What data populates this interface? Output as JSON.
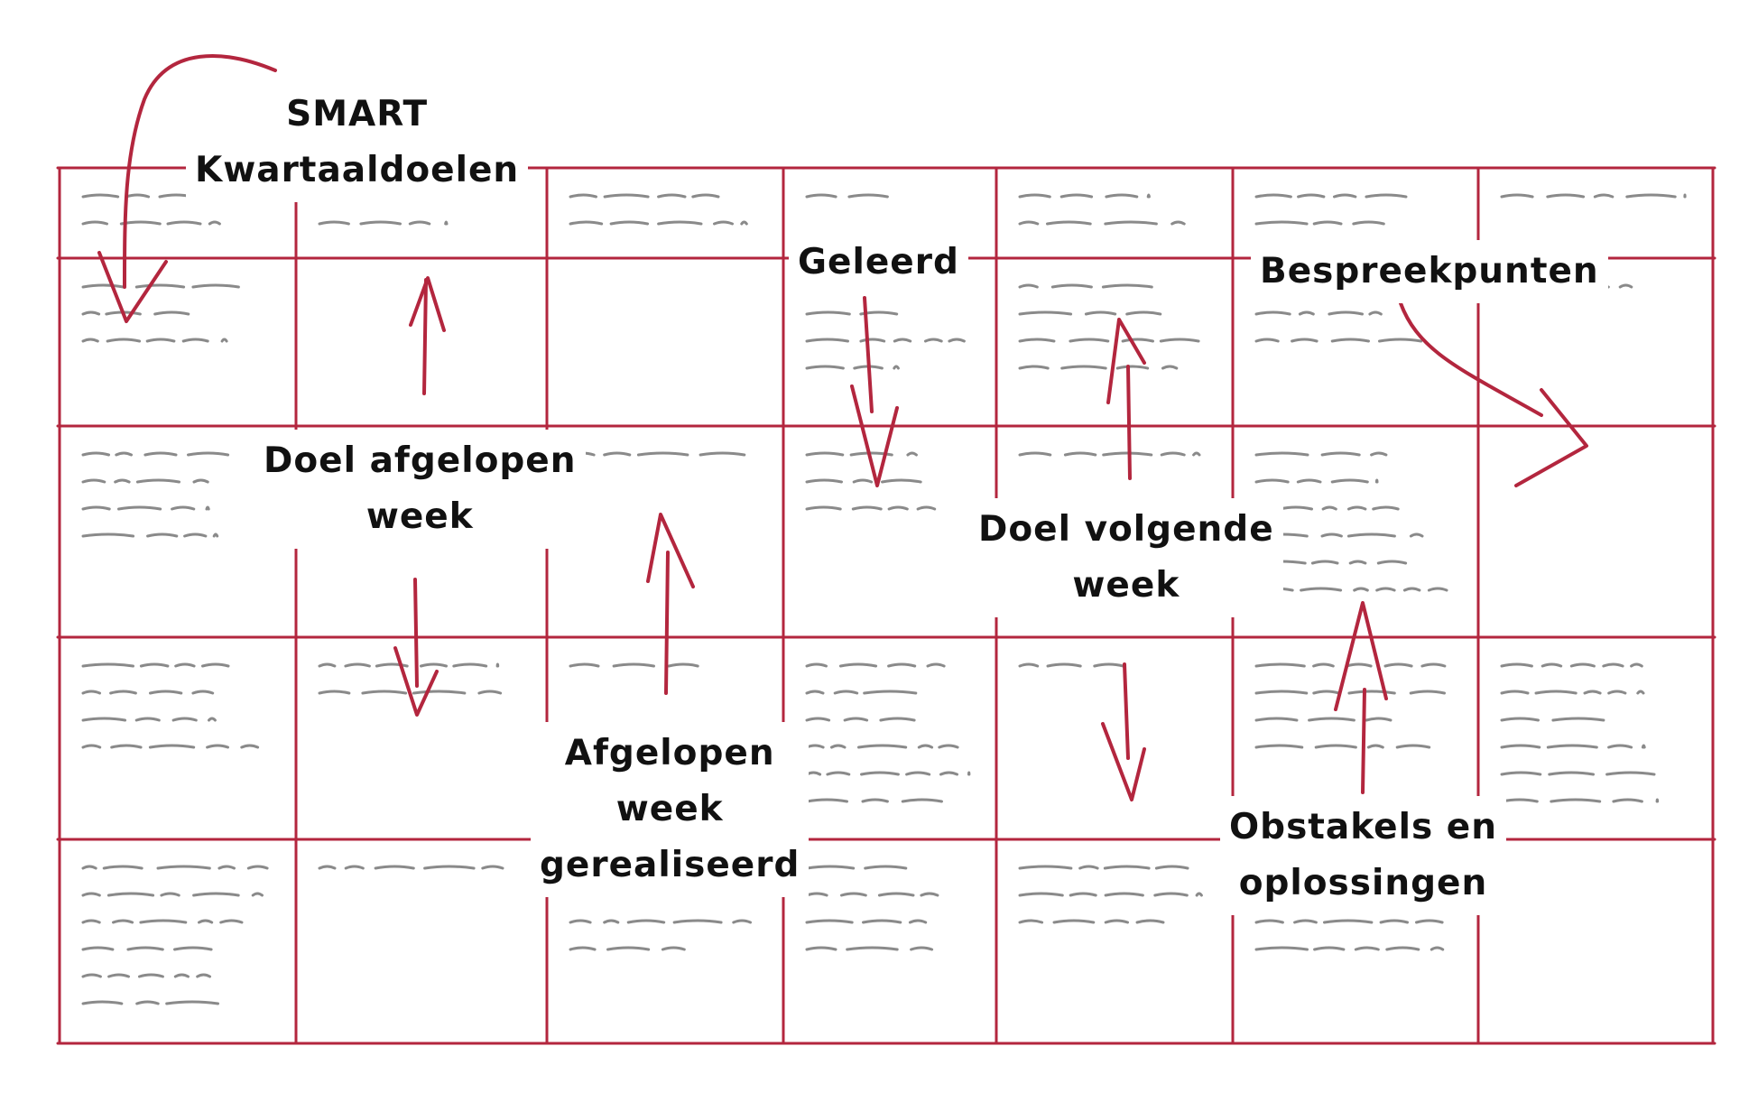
{
  "colors": {
    "grid": "#b3263e",
    "arrow": "#b3263e",
    "scribble": "#8a8a8a",
    "text": "#111111"
  },
  "labels": {
    "smart_line1": "SMART",
    "smart_line2": "Kwartaaldoelen",
    "doel_afgelopen_line1": "Doel afgelopen",
    "doel_afgelopen_line2": "week",
    "afgelopen_line1": "Afgelopen",
    "afgelopen_line2": "week",
    "afgelopen_line3": "gerealiseerd",
    "geleerd": "Geleerd",
    "doel_volgende_line1": "Doel volgende",
    "doel_volgende_line2": "week",
    "bespreekpunten": "Bespreekpunten",
    "obstakels_line1": "Obstakels en",
    "obstakels_line2": "oplossingen"
  }
}
